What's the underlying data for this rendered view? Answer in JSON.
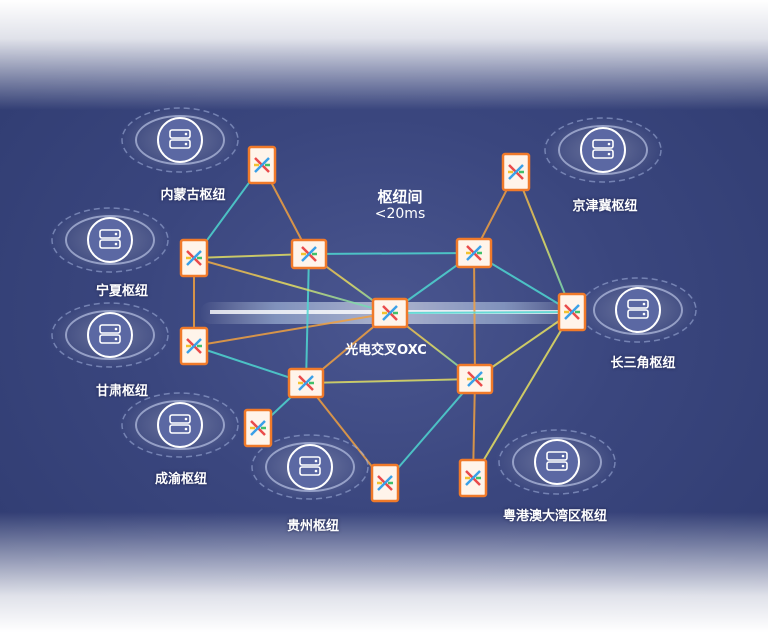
{
  "center": {
    "title": "枢纽间",
    "latency": "<20ms",
    "oxc_label": "光电交叉OXC"
  },
  "hubs": [
    {
      "id": "neimenggu",
      "label": "内蒙古枢纽"
    },
    {
      "id": "ningxia",
      "label": "宁夏枢纽"
    },
    {
      "id": "gansu",
      "label": "甘肃枢纽"
    },
    {
      "id": "chengyu",
      "label": "成渝枢纽"
    },
    {
      "id": "guizhou",
      "label": "贵州枢纽"
    },
    {
      "id": "jingjinji",
      "label": "京津冀枢纽"
    },
    {
      "id": "changsanjiao",
      "label": "长三角枢纽"
    },
    {
      "id": "yuegangao",
      "label": "粤港澳大湾区枢纽"
    }
  ],
  "colors": {
    "node_border": "#f07a2a",
    "node_fill": "#fff4ea",
    "link_warm": "#f0a040",
    "link_cool": "#4fd6d0"
  },
  "icons": {
    "hub": "server-database-icon",
    "oxc": "optical-cross-connect-icon"
  }
}
